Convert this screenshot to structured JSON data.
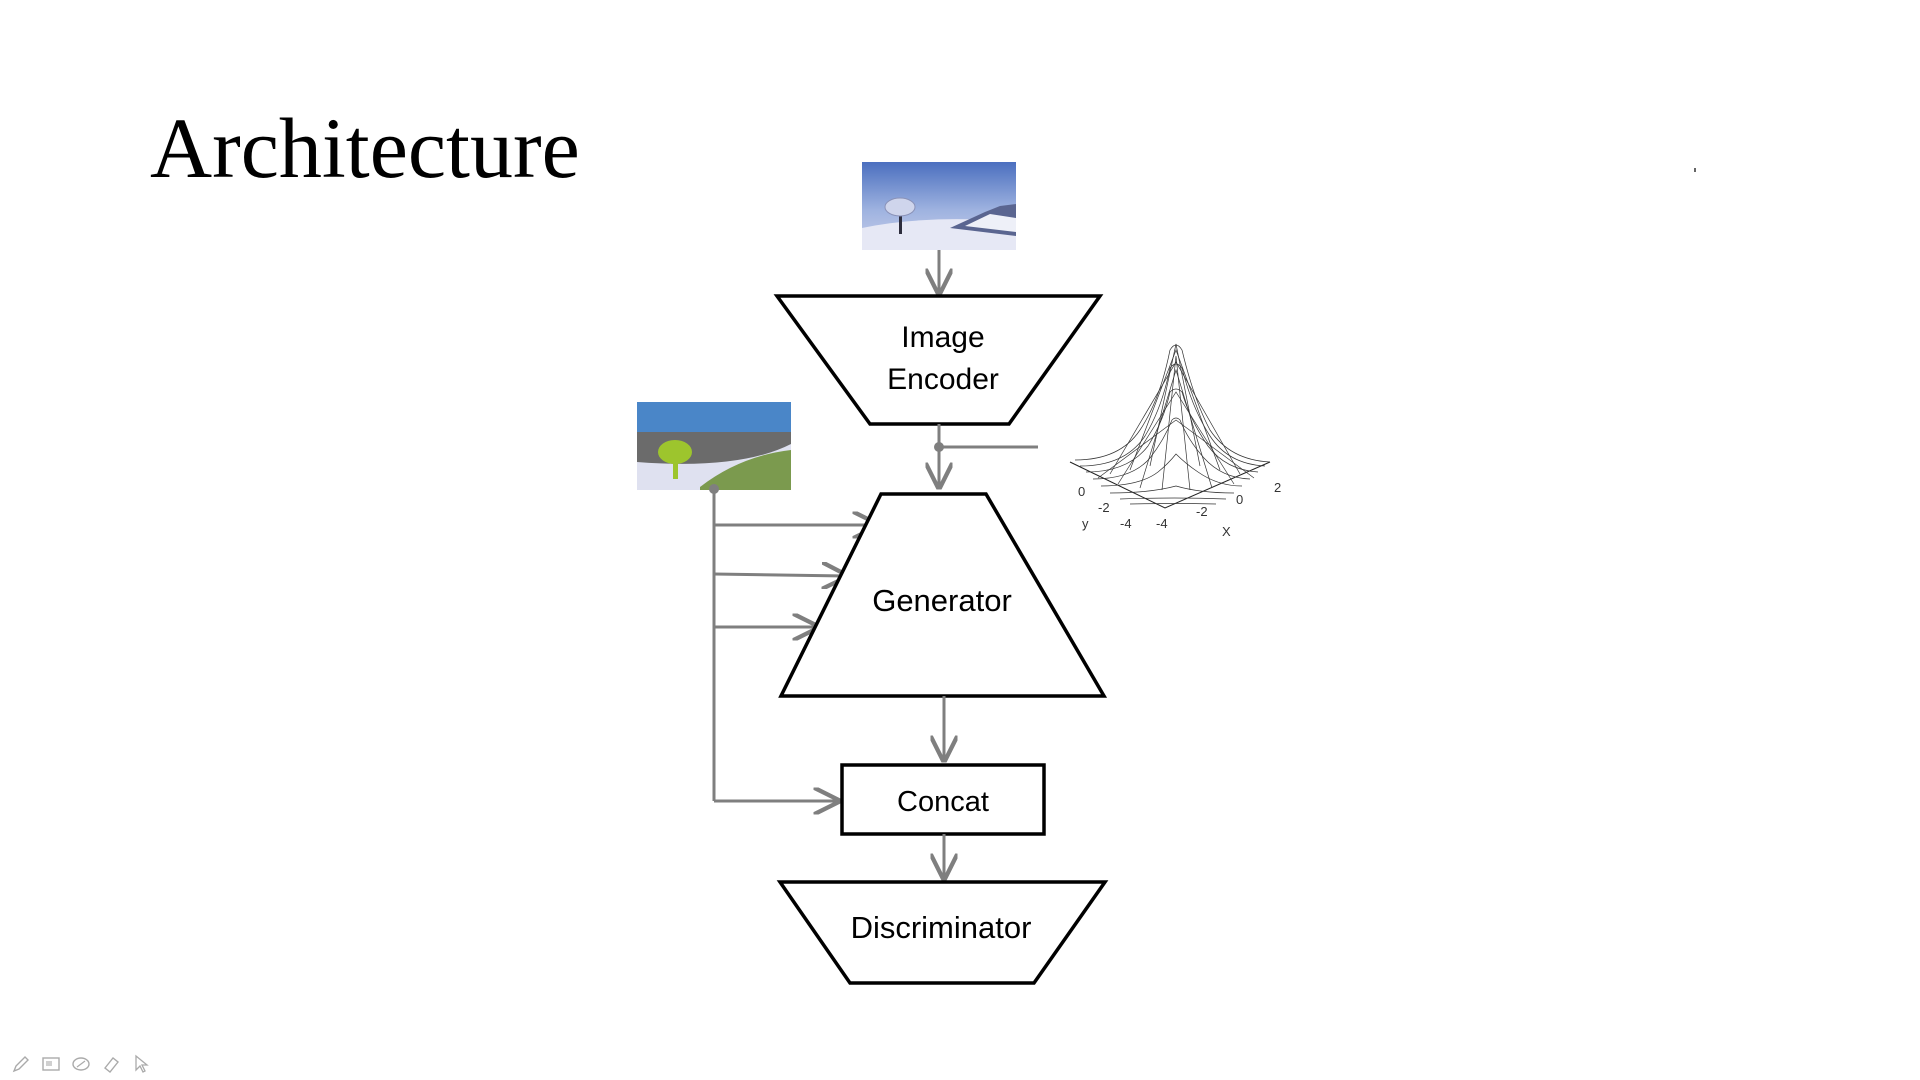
{
  "slide": {
    "title": "Architecture"
  },
  "diagram": {
    "nodes": {
      "encoder": {
        "line1": "Image",
        "line2": "Encoder"
      },
      "generator": {
        "label": "Generator"
      },
      "concat": {
        "label": "Concat"
      },
      "discriminator": {
        "label": "Discriminator"
      }
    },
    "gaussian_plot": {
      "y_axis_label": "y",
      "x_axis_label": "X",
      "y_ticks": [
        "0",
        "-2",
        "-4"
      ],
      "x_ticks": [
        "-4",
        "-2",
        "0",
        "2"
      ]
    }
  },
  "toolbar": {
    "tools": [
      "pen-icon",
      "slide-icon",
      "eraser-icon",
      "highlighter-icon",
      "pointer-icon"
    ]
  },
  "colors": {
    "arrow": "#7f7f7f",
    "shape_stroke": "#000000",
    "sky": "#4a86c8",
    "mountain": "#6b6b6b",
    "grass": "#7b9a4e",
    "tree": "#9dc52d",
    "snow": "#dfe1f0"
  }
}
